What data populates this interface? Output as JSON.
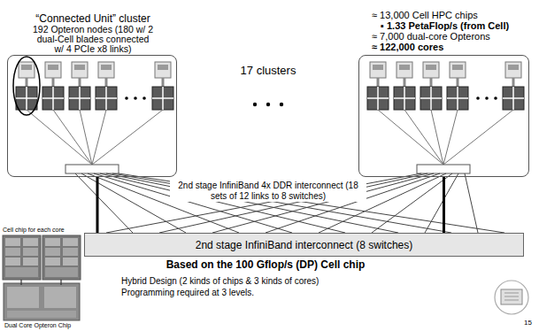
{
  "diagram": {
    "nodes": [
      {
        "text": [
          "“Connected Unit” cluster",
          "192 Opteron nodes (180 w/ 2 dual-Cell blades connected w/ 4 PCIe x8 links)"
        ]
      },
      {
        "text": [
          "≈ 13,000 Cell HPC chips",
          "▪ 1.33 PetaFlop/s (from Cell)",
          "≈ 7,000 dual-core Opterons",
          "≈ 122,000 cores"
        ]
      },
      {
        "text": [
          "2nd stage InfiniBand interconnect (8 switches)"
        ]
      }
    ],
    "edges": [
      {
        "from": 0,
        "to": 2,
        "arrow": "none"
      },
      {
        "from": 1,
        "to": 2,
        "arrow": "none"
      }
    ],
    "labels": [
      "17 clusters",
      "2nd stage InfiniBand 4x DDR interconnect (18 sets of 12 links to 8 switches)",
      "Based on the 100 Gflop/s (DP) Cell chip",
      "Hybrid Design (2 kinds of chips & 3 kinds of cores)",
      "Programming required at 3 levels.",
      "Cell chip for each core",
      "Dual Core Opteron Chip",
      "15"
    ]
  }
}
